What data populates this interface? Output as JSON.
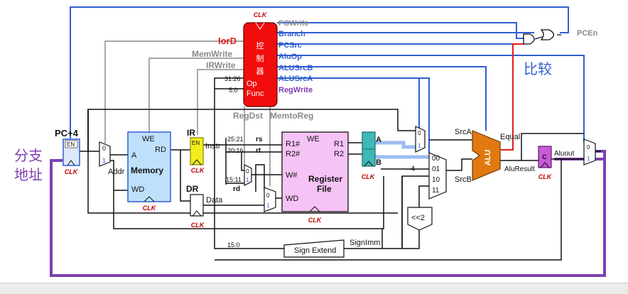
{
  "colors": {
    "blue": "#2f5fd0",
    "purple": "#7e3fb0",
    "red": "#e11d1d",
    "gray": "#8a8a8a",
    "black": "#111111",
    "memory_fill": "#bfe0fb",
    "regfile_fill": "#f6c3f6",
    "control_fill": "#f20d0d",
    "ir_fill": "#f2ee1c",
    "teal_fill": "#3fb8b8",
    "alu_fill": "#e07a10",
    "aluout_fill": "#c85bd6"
  },
  "clk": "CLK",
  "pc": {
    "label": "PC+4",
    "en": "EN"
  },
  "annotation_address": "分支\n地址",
  "annotation_compare": "比较",
  "memory": {
    "title": "Memory",
    "we": "WE",
    "a": "A",
    "rd": "RD",
    "wd": "WD",
    "addr": "Addr"
  },
  "ir": {
    "label": "IR",
    "en": "EN",
    "instr": "Instr"
  },
  "dr": {
    "label": "DR",
    "data": "Data"
  },
  "control": {
    "c1": "控",
    "c2": "制",
    "c3": "器",
    "op": "Op",
    "func": "Func"
  },
  "control_signals": {
    "pcwrite": "PCWrite",
    "branch": "Branch",
    "pcsrc": "PCSrc",
    "aluop": "AluOp",
    "alusrcb": "ALUSrcB",
    "alusrca": "ALUSrcA",
    "regwrite": "RegWrite",
    "iord": "IorD",
    "memwrite": "MemWrite",
    "irwrite": "IRWrite",
    "regdst": "RegDst",
    "memtoreg": "MemtoReg",
    "pcen": "PCEn"
  },
  "fields": {
    "f31_26": "31:26",
    "f5_0": "5:0",
    "f25_21": "25:21",
    "f20_16": "20:16",
    "f15_11": "15:11",
    "f15_0": "15:0",
    "rs": "rs",
    "rt": "rt",
    "rd": "rd"
  },
  "regfile": {
    "title1": "Register",
    "title2": "File",
    "we": "WE",
    "r1addr": "R1#",
    "r2addr": "R2#",
    "waddr": "W#",
    "wd": "WD",
    "r1": "R1",
    "r2": "R2"
  },
  "regs": {
    "a": "A",
    "b": "B",
    "c": "C",
    "aluout": "Aluout"
  },
  "alu": {
    "label": "ALU",
    "equal": "Equal",
    "result": "AluResult",
    "srca": "SrcA",
    "srcb": "SrcB"
  },
  "mux": {
    "zero": "0",
    "one": "1"
  },
  "srcb_inputs": {
    "i00": "00",
    "i01": "01",
    "i10": "10",
    "i11": "11",
    "four": "4"
  },
  "sign_extend": "Sign Extend",
  "signimm": "SignImm",
  "shift": "<<2"
}
